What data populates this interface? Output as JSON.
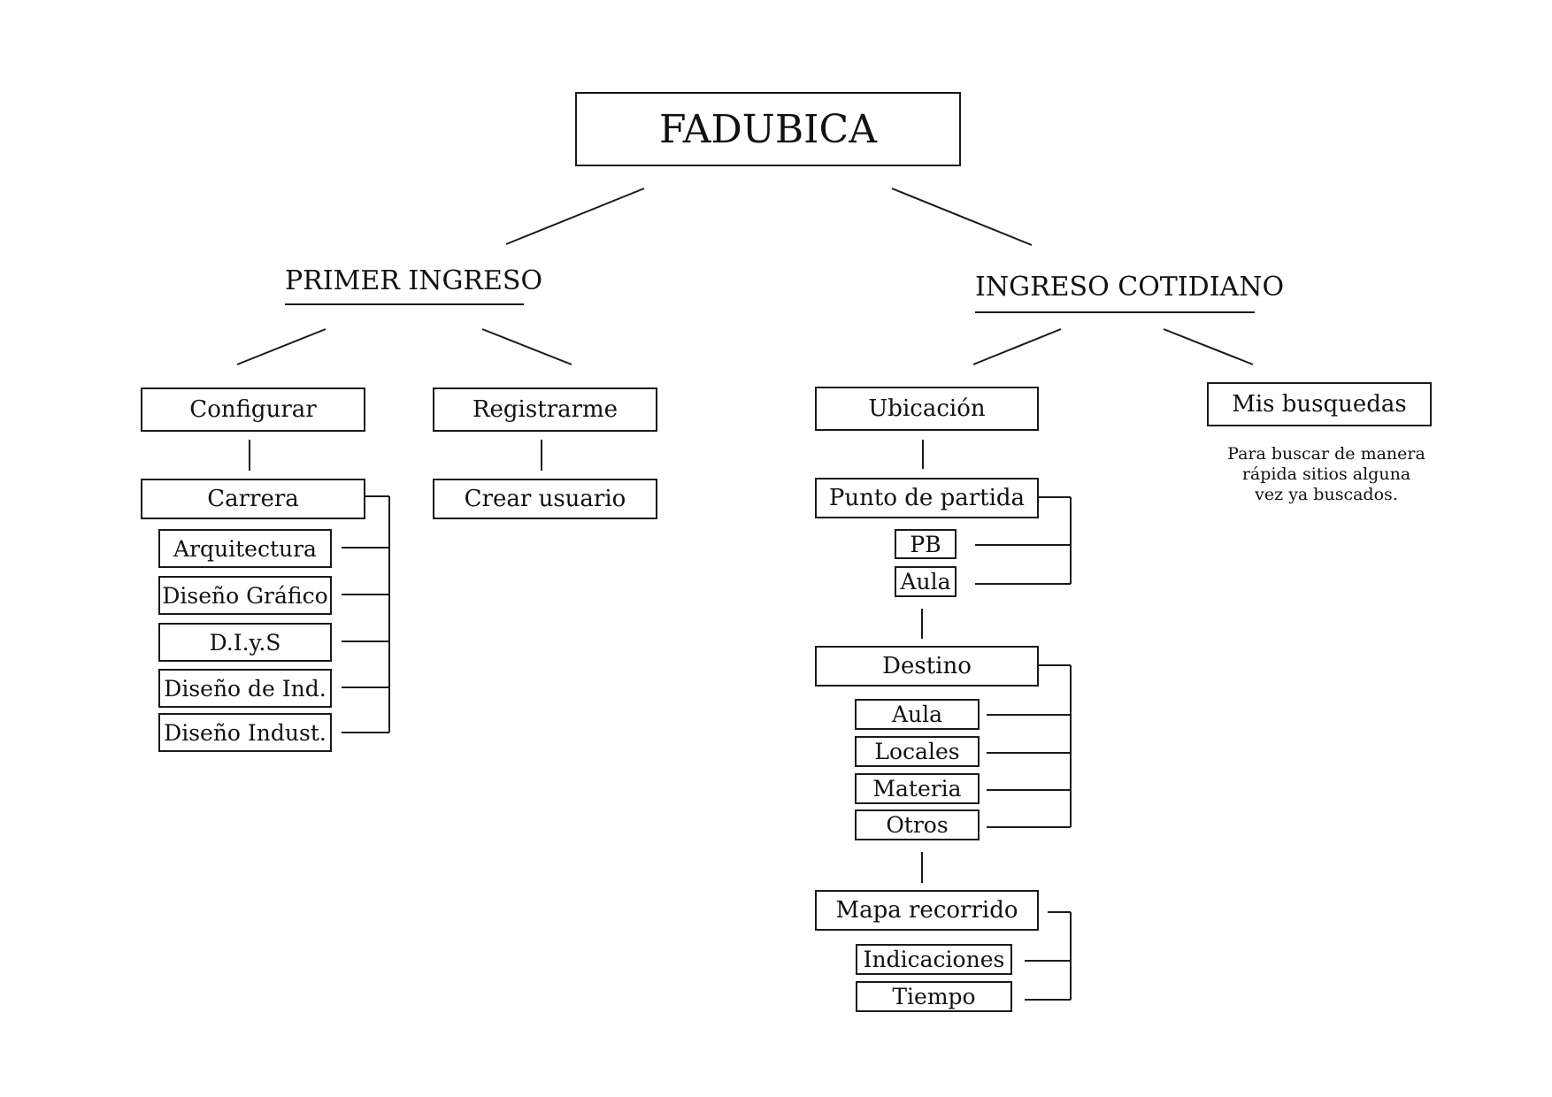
{
  "root": "FADUBICA",
  "primer": {
    "title": "PRIMER INGRESO",
    "configurar": "Configurar",
    "registrarme": "Registrarme",
    "carrera": "Carrera",
    "carreras": [
      "Arquitectura",
      "Diseño Gráfico",
      "D.I.y.S",
      "Diseño de Ind.",
      "Diseño Indust."
    ],
    "crear_usuario": "Crear usuario"
  },
  "cotidiano": {
    "title": "INGRESO COTIDIANO",
    "ubicacion": "Ubicación",
    "mis_busquedas": "Mis busquedas",
    "mis_busquedas_note": [
      "Para buscar de manera",
      "rápida sitios alguna",
      "vez ya buscados."
    ],
    "punto_partida": "Punto de partida",
    "punto_items": [
      "PB",
      "Aula"
    ],
    "destino": "Destino",
    "destino_items": [
      "Aula",
      "Locales",
      "Materia",
      "Otros"
    ],
    "mapa": "Mapa recorrido",
    "mapa_items": [
      "Indicaciones",
      "Tiempo"
    ]
  }
}
